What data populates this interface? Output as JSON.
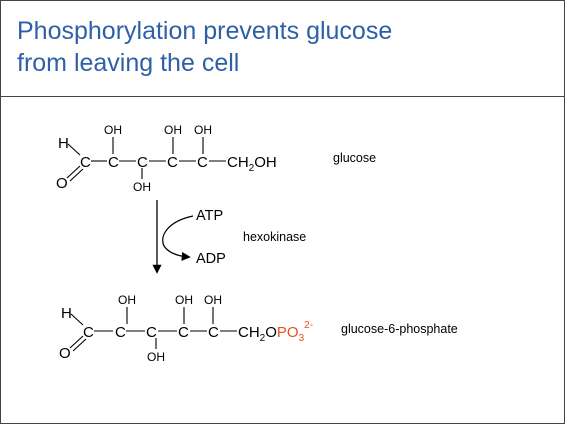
{
  "title_line1": "Phosphorylation prevents glucose",
  "title_line2": "from leaving the cell",
  "glucose": {
    "H": "H",
    "C": "C",
    "O": "O",
    "OH": "OH",
    "CH2": "CH",
    "sub2": "2",
    "OH_end": "OH",
    "name": "glucose"
  },
  "reaction": {
    "atp": "ATP",
    "adp": "ADP",
    "enzyme": "hexokinase"
  },
  "g6p": {
    "H": "H",
    "C": "C",
    "O": "O",
    "OH": "OH",
    "CH2": "CH",
    "sub2": "2",
    "O_link": "O",
    "PO": "PO",
    "sub3": "3",
    "charge": "2-",
    "name": "glucose-6-phosphate"
  },
  "colors": {
    "title": "#2f5fa6",
    "phosphate": "#e8501e"
  }
}
